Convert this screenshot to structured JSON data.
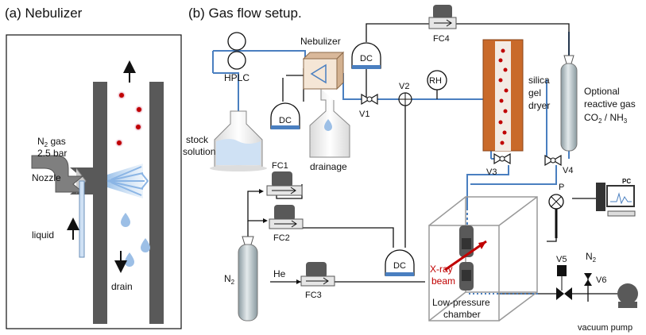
{
  "panel_a": {
    "title": "(a) Nebulizer",
    "n2_gas": "N",
    "n2_sub": "2",
    "n2_gas_rest": " gas",
    "pressure": "2.5 bar",
    "nozzle": "Nozzle",
    "liquid": "liquid",
    "drain": "drain"
  },
  "panel_b": {
    "title": "(b) Gas flow setup.",
    "hplc": "HPLC",
    "nebulizer": "Nebulizer",
    "stock_solution_1": "stock",
    "stock_solution_2": "solution",
    "drainage": "drainage",
    "dc": "DC",
    "fc1": "FC1",
    "fc2": "FC2",
    "fc3": "FC3",
    "fc4": "FC4",
    "v1": "V1",
    "v2": "V2",
    "v3": "V3",
    "v4": "V4",
    "v5": "V5",
    "v6": "V6",
    "rh": "RH",
    "dryer_1": "silica",
    "dryer_2": "gel",
    "dryer_3": "dryer",
    "optional_1": "Optional",
    "optional_2": "reactive gas",
    "optional_3a": "CO",
    "optional_3sub": "2",
    "optional_3b": " / NH",
    "optional_3sub2": "3",
    "n2_cyl": "N",
    "n2_cyl_sub": "2",
    "he": "He",
    "xray_1": "X-ray",
    "xray_2": "beam",
    "chamber_1": "Low-pressure",
    "chamber_2": "chamber",
    "p": "P",
    "pc": "PC",
    "n2_valve": "N",
    "n2_valve_sub": "2",
    "vacuum": "vacuum pump"
  },
  "colors": {
    "blue_line": "#4a7fc0",
    "black_line": "#111111",
    "dark_gray": "#595959",
    "orange": "#c96a2a",
    "red_arrow": "#c00000"
  }
}
